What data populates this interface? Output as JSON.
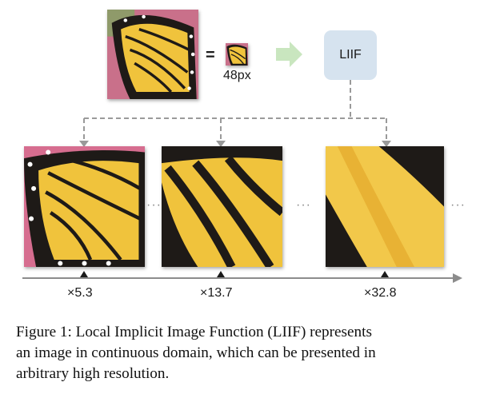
{
  "figure": {
    "input_size_label": "48px",
    "equals_sign": "=",
    "model_label": "LIIF",
    "ellipsis": "···",
    "scales": [
      "×5.3",
      "×13.7",
      "×32.8"
    ],
    "colors": {
      "liif_box": "#d6e3ef",
      "arrow_green": "#c9e6bf",
      "dash": "#9a9a9a",
      "axis": "#8c8c8c",
      "wing_yellow": "#f0c33c",
      "wing_black": "#1e1a17",
      "background_pink": "#d66d8f"
    },
    "icons": [
      "input-butterfly-image",
      "small-thumbnail-image",
      "right-arrow-icon",
      "scale-marker-icon"
    ]
  },
  "caption": {
    "line1": "Figure 1: Local Implicit Image Function (LIIF) represents",
    "line2": "an image in continuous domain, which can be presented in",
    "line3": "arbitrary high resolution."
  }
}
